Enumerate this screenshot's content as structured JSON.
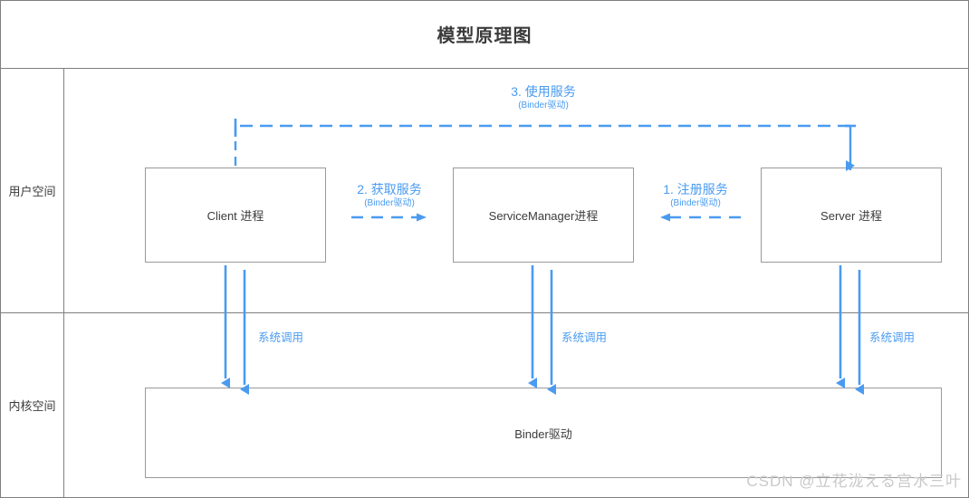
{
  "header": {
    "title": "模型原理图"
  },
  "rows": [
    {
      "id": "user-space",
      "label": "用户空间"
    },
    {
      "id": "kernel-space",
      "label": "内核空间"
    }
  ],
  "boxes": [
    {
      "id": "client",
      "label": "Client 进程"
    },
    {
      "id": "servicemanager",
      "label": "ServiceManager进程"
    },
    {
      "id": "server",
      "label": "Server 进程"
    },
    {
      "id": "binder",
      "label": "Binder驱动"
    }
  ],
  "flows": [
    {
      "id": "use-service",
      "index": "3.",
      "title": "3. 使用服务",
      "subtitle": "(Binder驱动)",
      "direction": "right-to-left"
    },
    {
      "id": "get-service",
      "index": "2.",
      "title": "2. 获取服务",
      "subtitle": "(Binder驱动)",
      "direction": "left-to-right"
    },
    {
      "id": "register-service",
      "index": "1.",
      "title": "1. 注册服务",
      "subtitle": "(Binder驱动)",
      "direction": "right-to-left"
    }
  ],
  "syscalls": [
    {
      "id": "syscall-client",
      "label": "系统调用"
    },
    {
      "id": "syscall-sm",
      "label": "系统调用"
    },
    {
      "id": "syscall-server",
      "label": "系统调用"
    }
  ],
  "watermark": {
    "text": "CSDN @立花泷える宫水三叶"
  },
  "colors": {
    "accent_blue": "#4a9bf0",
    "border_gray": "#7f7f7f",
    "box_border": "#9a9a9a",
    "text_dark": "#3b3b3b",
    "watermark_gray": "#c9c9c9"
  }
}
